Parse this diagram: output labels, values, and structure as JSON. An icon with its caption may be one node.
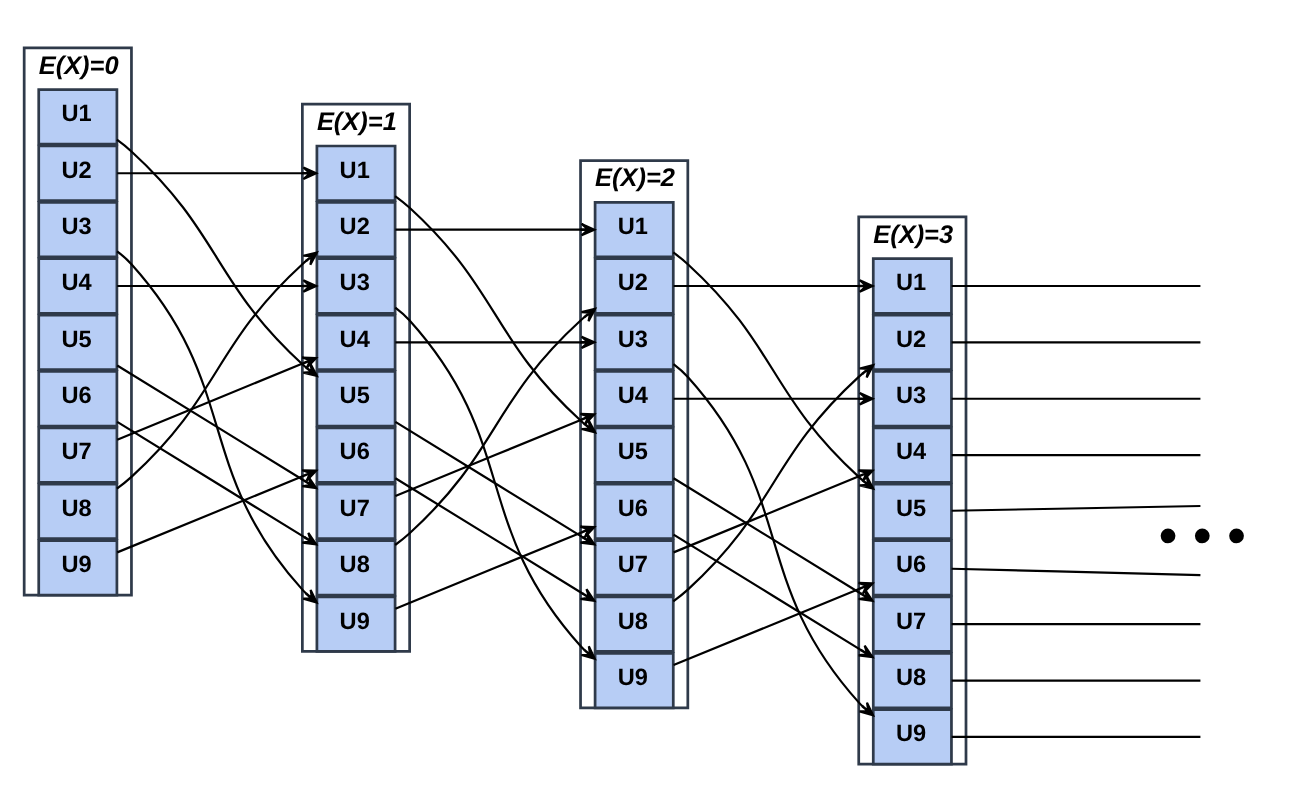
{
  "diagram": {
    "nodes": [
      {
        "text": [
          "E(X)=0"
        ]
      },
      {
        "text": [
          "U1"
        ],
        "in": 0
      },
      {
        "text": [
          "U2"
        ],
        "in": 0
      },
      {
        "text": [
          "U3"
        ],
        "in": 0
      },
      {
        "text": [
          "U4"
        ],
        "in": 0
      },
      {
        "text": [
          "U5"
        ],
        "in": 0
      },
      {
        "text": [
          "U6"
        ],
        "in": 0
      },
      {
        "text": [
          "U7"
        ],
        "in": 0
      },
      {
        "text": [
          "U8"
        ],
        "in": 0
      },
      {
        "text": [
          "U9"
        ],
        "in": 0
      },
      {
        "text": [
          "E(X)=1"
        ]
      },
      {
        "text": [
          "U1"
        ],
        "in": 10
      },
      {
        "text": [
          "U2"
        ],
        "in": 10
      },
      {
        "text": [
          "U3"
        ],
        "in": 10
      },
      {
        "text": [
          "U4"
        ],
        "in": 10
      },
      {
        "text": [
          "U5"
        ],
        "in": 10
      },
      {
        "text": [
          "U6"
        ],
        "in": 10
      },
      {
        "text": [
          "U7"
        ],
        "in": 10
      },
      {
        "text": [
          "U8"
        ],
        "in": 10
      },
      {
        "text": [
          "U9"
        ],
        "in": 10
      },
      {
        "text": [
          "E(X)=2"
        ]
      },
      {
        "text": [
          "U1"
        ],
        "in": 20
      },
      {
        "text": [
          "U2"
        ],
        "in": 20
      },
      {
        "text": [
          "U3"
        ],
        "in": 20
      },
      {
        "text": [
          "U4"
        ],
        "in": 20
      },
      {
        "text": [
          "U5"
        ],
        "in": 20
      },
      {
        "text": [
          "U6"
        ],
        "in": 20
      },
      {
        "text": [
          "U7"
        ],
        "in": 20
      },
      {
        "text": [
          "U8"
        ],
        "in": 20
      },
      {
        "text": [
          "U9"
        ],
        "in": 20
      },
      {
        "text": [
          "E(X)=3"
        ]
      },
      {
        "text": [
          "U1"
        ],
        "in": 30
      },
      {
        "text": [
          "U2"
        ],
        "in": 30
      },
      {
        "text": [
          "U3"
        ],
        "in": 30
      },
      {
        "text": [
          "U4"
        ],
        "in": 30
      },
      {
        "text": [
          "U5"
        ],
        "in": 30
      },
      {
        "text": [
          "U6"
        ],
        "in": 30
      },
      {
        "text": [
          "U7"
        ],
        "in": 30
      },
      {
        "text": [
          "U8"
        ],
        "in": 30
      },
      {
        "text": [
          "U9"
        ],
        "in": 30
      }
    ],
    "edges": [
      {
        "from": 1,
        "to": 15,
        "arrow": "to"
      },
      {
        "from": 2,
        "to": 11,
        "arrow": "to"
      },
      {
        "from": 3,
        "to": 19,
        "arrow": "to"
      },
      {
        "from": 4,
        "to": 13,
        "arrow": "to"
      },
      {
        "from": 5,
        "to": 17,
        "arrow": "to"
      },
      {
        "from": 6,
        "to": 18,
        "arrow": "to"
      },
      {
        "from": 7,
        "to": 14,
        "arrow": "to"
      },
      {
        "from": 8,
        "to": 12,
        "arrow": "to"
      },
      {
        "from": 9,
        "to": 16,
        "arrow": "to"
      },
      {
        "from": 11,
        "to": 25,
        "arrow": "to"
      },
      {
        "from": 12,
        "to": 21,
        "arrow": "to"
      },
      {
        "from": 13,
        "to": 29,
        "arrow": "to"
      },
      {
        "from": 14,
        "to": 23,
        "arrow": "to"
      },
      {
        "from": 15,
        "to": 27,
        "arrow": "to"
      },
      {
        "from": 16,
        "to": 28,
        "arrow": "to"
      },
      {
        "from": 17,
        "to": 24,
        "arrow": "to"
      },
      {
        "from": 18,
        "to": 22,
        "arrow": "to"
      },
      {
        "from": 19,
        "to": 26,
        "arrow": "to"
      },
      {
        "from": 21,
        "to": 35,
        "arrow": "to"
      },
      {
        "from": 22,
        "to": 31,
        "arrow": "to"
      },
      {
        "from": 23,
        "to": 39,
        "arrow": "to"
      },
      {
        "from": 24,
        "to": 33,
        "arrow": "to"
      },
      {
        "from": 25,
        "to": 37,
        "arrow": "to"
      },
      {
        "from": 26,
        "to": 38,
        "arrow": "to"
      },
      {
        "from": 27,
        "to": 34,
        "arrow": "to"
      },
      {
        "from": 28,
        "to": 32,
        "arrow": "to"
      },
      {
        "from": 29,
        "to": 36,
        "arrow": "to"
      },
      {
        "from": 31,
        "to": null,
        "arrow": "none"
      },
      {
        "from": 32,
        "to": null,
        "arrow": "none"
      },
      {
        "from": 33,
        "to": null,
        "arrow": "none"
      },
      {
        "from": 34,
        "to": null,
        "arrow": "none"
      },
      {
        "from": 35,
        "to": null,
        "arrow": "none"
      },
      {
        "from": 36,
        "to": null,
        "arrow": "none"
      },
      {
        "from": 37,
        "to": null,
        "arrow": "none"
      },
      {
        "from": 38,
        "to": null,
        "arrow": "none"
      },
      {
        "from": 39,
        "to": null,
        "arrow": "none"
      }
    ],
    "labels": [
      "• • •"
    ]
  }
}
